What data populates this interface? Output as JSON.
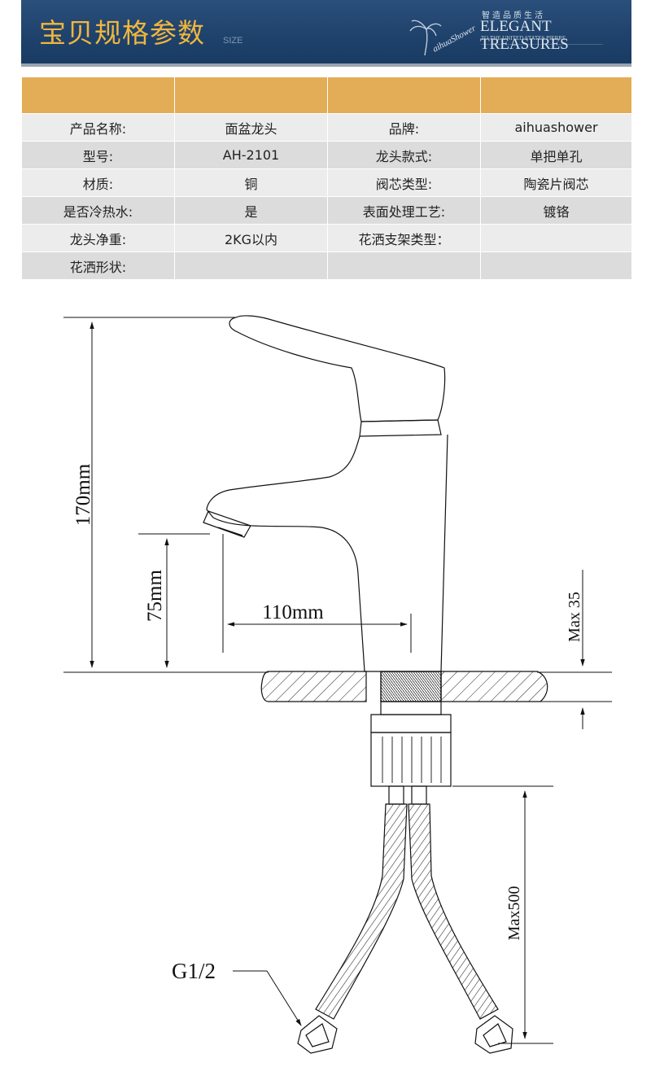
{
  "header": {
    "title": "宝贝规格参数",
    "subtitle": "SIZE",
    "slogan_cn": "智造品质生活",
    "slogan_en": "ELEGANT TREASURES",
    "slogan_sub": "TO THE UNITED STATES PIERRE",
    "logo_text": "aihuaShower"
  },
  "spec_table": {
    "rows": [
      [
        "产品名称:",
        "面盆龙头",
        "品牌:",
        "aihuashower"
      ],
      [
        "型号:",
        "AH-2101",
        "龙头款式:",
        "单把单孔"
      ],
      [
        "材质:",
        "铜",
        "阀芯类型:",
        "陶瓷片阀芯"
      ],
      [
        "是否冷热水:",
        "是",
        "表面处理工艺:",
        "镀铬"
      ],
      [
        "龙头净重:",
        "2KG以内",
        "花洒支架类型：",
        ""
      ],
      [
        "花洒形状:",
        "",
        "",
        ""
      ]
    ]
  },
  "drawing": {
    "dim_height": "170mm",
    "dim_spout_height": "75mm",
    "dim_reach": "110mm",
    "dim_deck": "Max 35",
    "dim_hose": "Max500",
    "thread_label": "G1/2"
  },
  "colors": {
    "banner": "#1f426c",
    "title": "#f1b63c",
    "table_head": "#e3ac56",
    "row_light": "#ececec",
    "row_dark": "#dcdcdc"
  }
}
